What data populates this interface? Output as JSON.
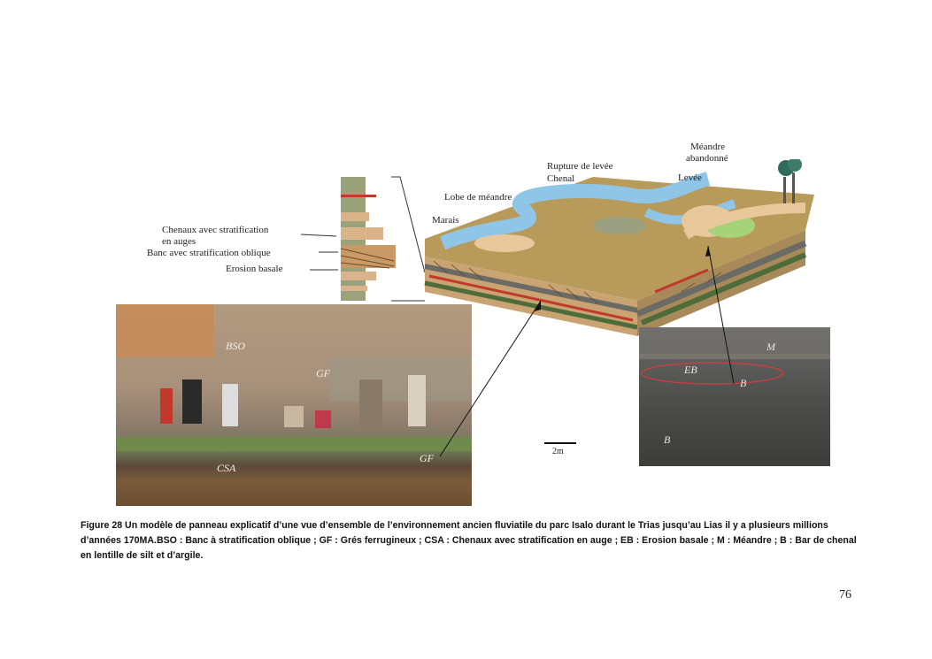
{
  "figure": {
    "log_labels": {
      "chenaux": "Chenaux avec stratification",
      "chenaux_2": "en auges",
      "banc": "Banc avec stratification oblique",
      "erosion": "Erosion basale"
    },
    "block_labels": {
      "meandre_abandonne_1": "Méandre",
      "meandre_abandonne_2": "abandonné",
      "rupture": "Rupture de levée",
      "chenal": "Chenal",
      "levee": "Levée",
      "lobe": "Lobe de méandre",
      "marais": "Marais"
    },
    "left_photo_labels": {
      "bso": "BSO",
      "gf_top": "GF",
      "csa": "CSA",
      "gf_bottom": "GF"
    },
    "right_photo_labels": {
      "m": "M",
      "eb": "EB",
      "b_top": "B",
      "b_bottom": "B"
    },
    "scale_label": "2m"
  },
  "caption": "Figure 28 Un modèle de panneau explicatif d’une vue d’ensemble de l’environnement ancien fluviatile du parc Isalo durant le Trias jusqu’au Lias il y a plusieurs millions d’années 170MA.BSO : Banc à stratification oblique ; GF : Grés ferrugineux ; CSA : Chenaux avec stratification en auge ; EB : Erosion basale ; M : Méandre ; B : Bar de chenal en lentille de silt et d’argile.",
  "page_number": "76"
}
